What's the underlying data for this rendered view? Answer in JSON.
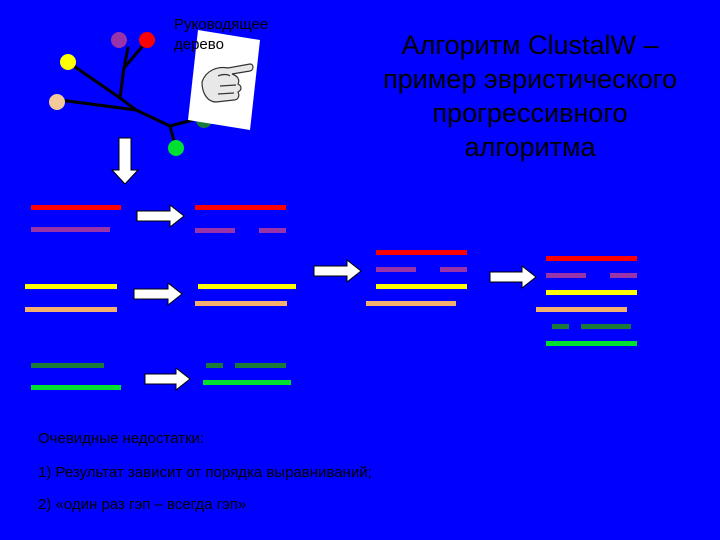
{
  "slide": {
    "background_color": "#0000ff",
    "title_lines": [
      "Алгоритм ClustalW –",
      "пример эвристического",
      "прогрессивного",
      "алгоритма"
    ],
    "tree_label_lines": [
      "Руководящее",
      "дерево"
    ],
    "shortcomings_heading": "Очевидные недостатки:",
    "shortcomings": [
      "1)  Результат зависит от порядка выравниваний;",
      "2)  «один раз гэп – всегда гэп»"
    ]
  },
  "colors": {
    "red": "#ff0000",
    "purple": "#9933aa",
    "yellow": "#ffff00",
    "orange": "#f5b070",
    "dark_green": "#1a7a3a",
    "bright_green": "#00e030",
    "tree_branch": "#000000",
    "arrow_fill": "#ffffff"
  },
  "tree_leaves": [
    {
      "color": "purple"
    },
    {
      "color": "red"
    },
    {
      "color": "yellow"
    },
    {
      "color": "pale_orange"
    },
    {
      "color": "dark_green"
    },
    {
      "color": "bright_green"
    }
  ],
  "icons": [
    "hand-pointing-icon",
    "down-arrow-icon",
    "right-arrow-icon"
  ]
}
